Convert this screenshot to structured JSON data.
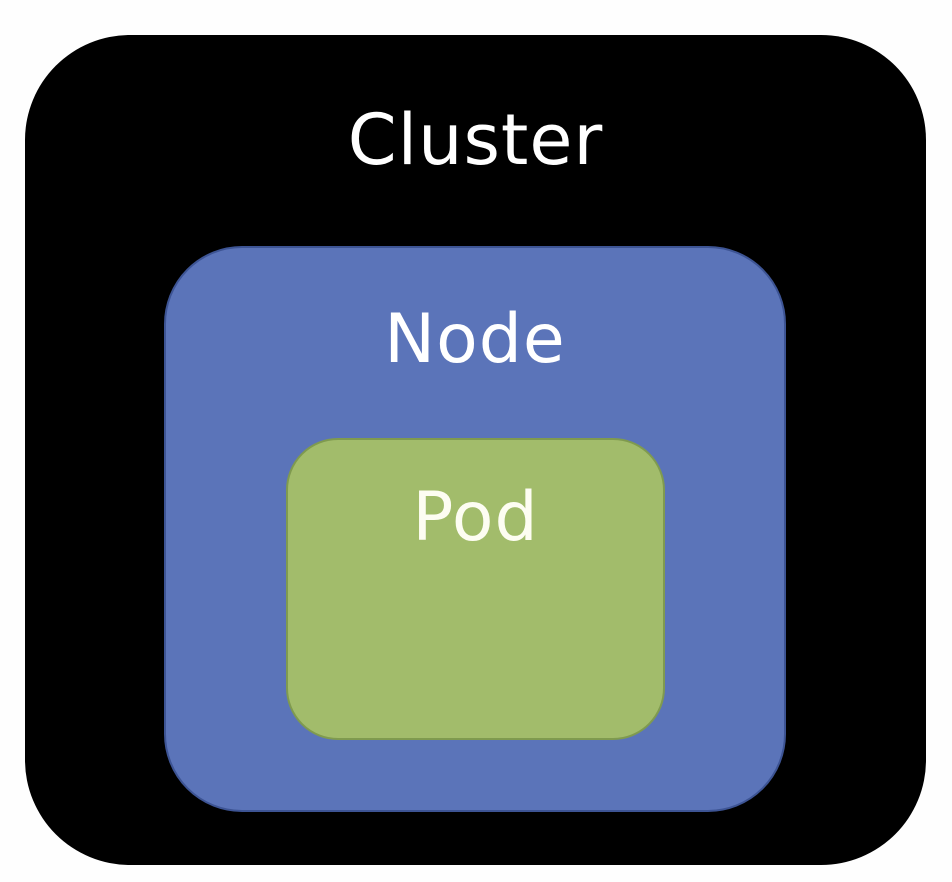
{
  "diagram": {
    "type": "nested-containers",
    "levels": [
      {
        "id": "cluster",
        "label": "Cluster",
        "color": "#000000"
      },
      {
        "id": "node",
        "label": "Node",
        "color": "#5b74b9"
      },
      {
        "id": "pod",
        "label": "Pod",
        "color": "#a2bc6b"
      }
    ],
    "background": "#fefefe",
    "text_color": "#ffffff"
  }
}
